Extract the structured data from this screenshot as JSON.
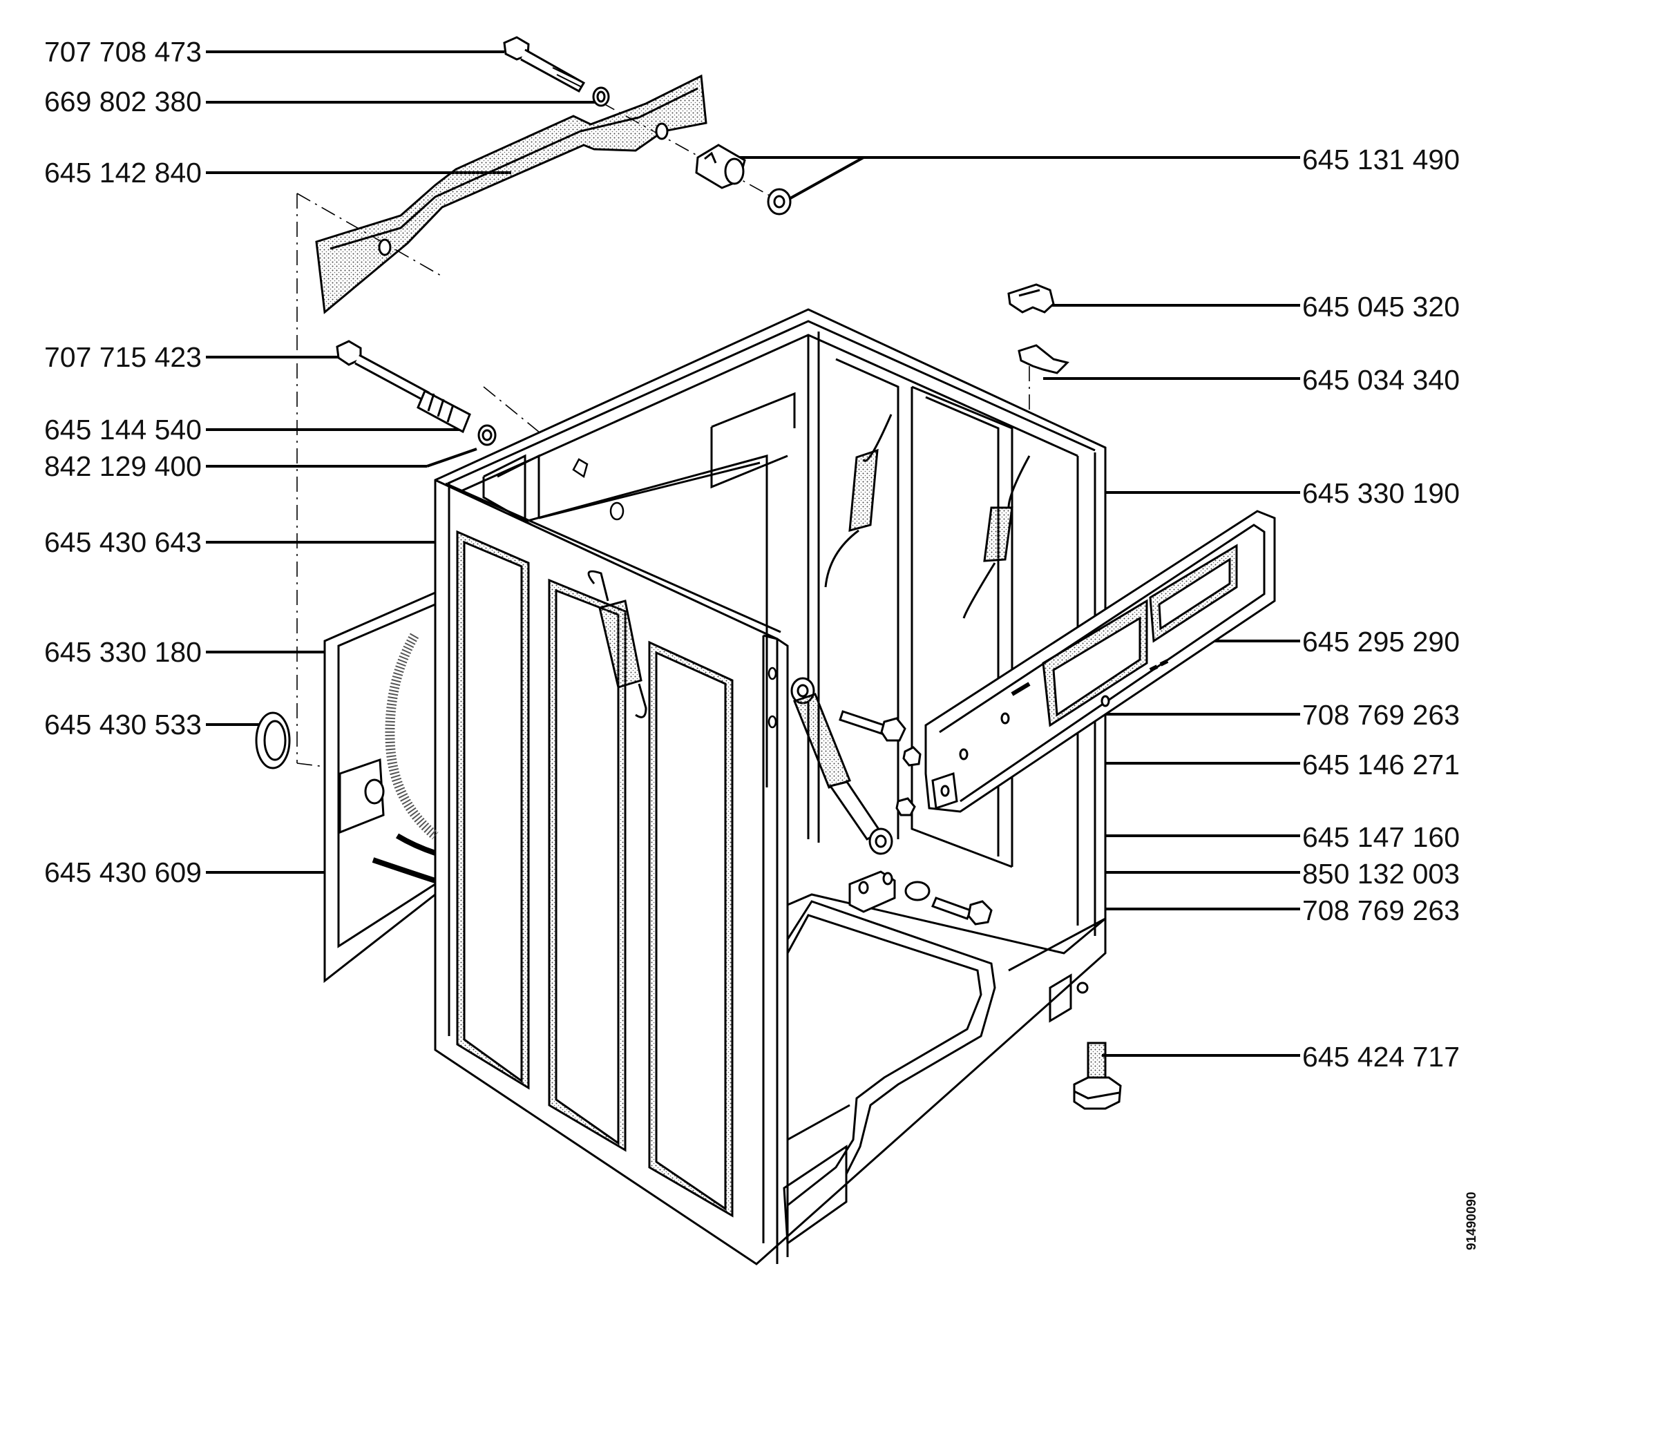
{
  "left_labels": [
    {
      "id": "l1",
      "text": "707 708 473"
    },
    {
      "id": "l2",
      "text": "669 802 380"
    },
    {
      "id": "l3",
      "text": "645 142 840"
    },
    {
      "id": "l4",
      "text": "707 715 423"
    },
    {
      "id": "l5",
      "text": "645 144 540"
    },
    {
      "id": "l6",
      "text": "842 129 400"
    },
    {
      "id": "l7",
      "text": "645 430 643"
    },
    {
      "id": "l8",
      "text": "645 330 180"
    },
    {
      "id": "l9",
      "text": "645 430 533"
    },
    {
      "id": "l10",
      "text": "645 430 609"
    }
  ],
  "right_labels": [
    {
      "id": "r1",
      "text": "645 131 490"
    },
    {
      "id": "r2",
      "text": "645 045 320"
    },
    {
      "id": "r3",
      "text": "645 034 340"
    },
    {
      "id": "r4",
      "text": "645 330 190"
    },
    {
      "id": "r5",
      "text": "645 295 290"
    },
    {
      "id": "r6",
      "text": "708 769 263"
    },
    {
      "id": "r7",
      "text": "645 146 271"
    },
    {
      "id": "r8",
      "text": "645 147 160"
    },
    {
      "id": "r9",
      "text": "850 132 003"
    },
    {
      "id": "r10",
      "text": "708 769 263"
    },
    {
      "id": "r11",
      "text": "645 424 717"
    }
  ],
  "drawing_code": "91490090"
}
